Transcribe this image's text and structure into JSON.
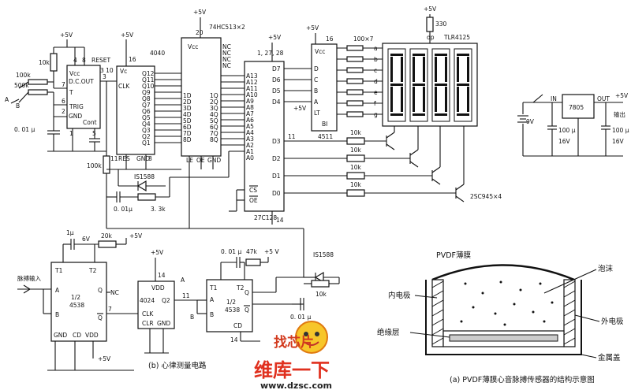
{
  "power": {
    "plus5v": "+5V",
    "plus5v_spaced": "+5 V",
    "out_label": "OUT",
    "in_label": "IN",
    "output_label": "输出",
    "battery": "9V",
    "regulator": "7805"
  },
  "ic555": {
    "pins_top": "4",
    "pins_top2": "8",
    "reset": "RESET",
    "vcc": "Vcc",
    "dcout": "D.C.OUT",
    "trig": "TRIG",
    "t": "T",
    "gnd": "GND",
    "cont": "Cont",
    "pin3": "3",
    "pin7": "7",
    "pin6": "6",
    "pin2": "2",
    "pin1": "1",
    "pin5": "5"
  },
  "components": {
    "r_10k": "10k",
    "r_100k": "100k",
    "r_500k": "500k",
    "r_100k_b": "100k",
    "c_001u": "0. 01 μ",
    "c_001u_b": "0. 01μ",
    "r_33k": "3. 3k",
    "c_001u_c": "0. 01 μ",
    "diode1": "IS1588",
    "diode2": "IS1588",
    "r_47k": "47k",
    "c_001u_d": "0. 01 μ",
    "r_10k_b": "10k",
    "c_1u": "1μ",
    "c_6v": "6V",
    "r_20k": "20k",
    "r_330": "330",
    "r_100x7": "100×7",
    "r_10k_x4": "10k",
    "transistor": "2SC945×4",
    "cap100u_1": "100 μ",
    "cap100u_2": "100 μ",
    "cap16v_1": "16V",
    "cap16v_2": "16V",
    "switch_a": "A",
    "switch_b": "B",
    "c_001_label": "0. 01 μ"
  },
  "ic4040": {
    "name": "4040",
    "vc": "Vc",
    "clk": "CLK",
    "res": "RES",
    "gnd": "GND",
    "pin10": "3 10",
    "pin16": "16",
    "outputs": [
      "Q12",
      "Q11",
      "Q10",
      "Q9",
      "Q8",
      "Q7",
      "Q6",
      "Q5",
      "Q4",
      "Q3",
      "Q2",
      "Q1"
    ],
    "pin11": "11",
    "pin8": "8"
  },
  "ic74hc": {
    "name": "74HC513×2",
    "vcc": "Vcc",
    "pin20": "20",
    "inputs": [
      "1D",
      "2D",
      "3D",
      "4D",
      "5D",
      "6D",
      "7D",
      "8D"
    ],
    "outputs": [
      "1Q",
      "2Q",
      "3Q",
      "4Q",
      "5Q",
      "6Q",
      "7Q",
      "8Q"
    ],
    "nc": "NC",
    "le": "LE",
    "oe": "OE",
    "gnd": "GND"
  },
  "ic27c128": {
    "name": "27C128",
    "pins": "1, 27, 28",
    "addr": [
      "A13",
      "A12",
      "A11",
      "A10",
      "A9",
      "A8",
      "A7",
      "A6",
      "A5",
      "A4",
      "A3",
      "A2",
      "A1",
      "A0"
    ],
    "data": [
      "D7",
      "D6",
      "D5",
      "D4",
      "D3",
      "D2",
      "D1",
      "D0"
    ],
    "cs": "CS",
    "oe": "OE",
    "pin14": "14"
  },
  "ic4511": {
    "name": "4511",
    "vcc": "Vcc",
    "inputs": [
      "D",
      "C",
      "B",
      "A"
    ],
    "lt": "LT",
    "bi": "BI",
    "outs": [
      "a",
      "b",
      "c",
      "d",
      "e",
      "f",
      "g"
    ],
    "pin16": "16"
  },
  "display": {
    "name": "TLR4125",
    "dp": "dp"
  },
  "bottom_left": {
    "chip": "1/2\n4538",
    "chip_line1": "1/2",
    "chip_line2": "4538",
    "t1": "T1",
    "t2": "T2",
    "a": "A",
    "b": "B",
    "q": "Q",
    "qbar": "Q",
    "nc": "NC",
    "gnd": "GND",
    "cd": "CD",
    "vdd": "VDD",
    "input_label": "脉搏输入"
  },
  "ic4024": {
    "name": "4024",
    "vdd": "VDD",
    "q2": "Q2",
    "clk": "CLK",
    "clr": "CLR",
    "gnd": "GND",
    "pin14": "14"
  },
  "second4538": {
    "line1": "1/2",
    "line2": "4538",
    "t1": "T1",
    "t2": "T2",
    "a": "A",
    "b": "B",
    "q": "Q",
    "qbar": "Q",
    "cd": "CD"
  },
  "captions": {
    "circuit": "(b) 心律测量电路",
    "sensor": "(a) PVDF薄膜心音脉搏传感器的结构示意图"
  },
  "sensor": {
    "film": "PVDF薄膜",
    "foam": "泡沫",
    "inner_electrode": "内电极",
    "outer_electrode": "外电极",
    "insulation": "绝缘层",
    "metal_cover": "金属盖"
  },
  "watermark": {
    "brand": "维库一下",
    "url": "www.dzsc.com",
    "logo_text": "找芯片"
  }
}
